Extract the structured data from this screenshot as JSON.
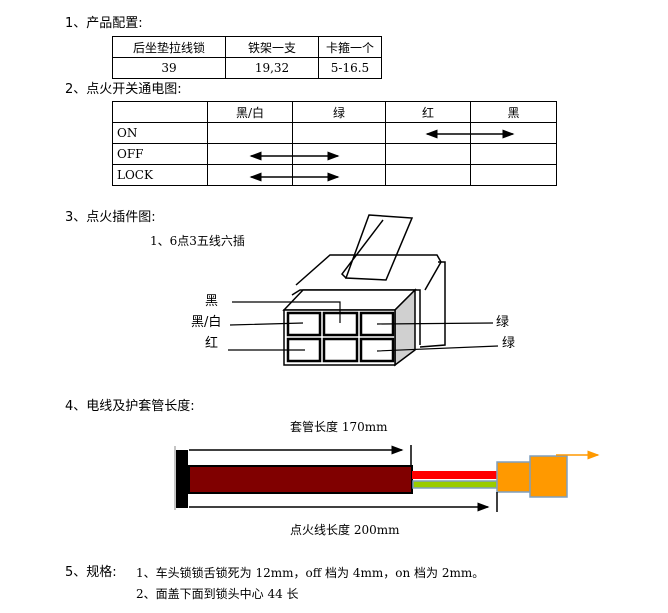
{
  "section1": {
    "heading": "1、产品配置:",
    "headers": [
      "后坐垫拉线锁",
      "铁架一支",
      "卡箍一个"
    ],
    "values": [
      "39",
      "19,32",
      "5-16.5"
    ]
  },
  "section2": {
    "heading": "2、点火开关通电图:",
    "columns": [
      "",
      "黑/白",
      "绿",
      "红",
      "黑"
    ],
    "rows": [
      {
        "label": "ON",
        "connects": [
          "红",
          "黑"
        ]
      },
      {
        "label": "OFF",
        "connects": [
          "黑/白",
          "绿"
        ]
      },
      {
        "label": "LOCK",
        "connects": [
          "黑/白",
          "绿"
        ]
      }
    ]
  },
  "section3": {
    "heading": "3、点火插件图:",
    "subtitle": "1、6点3五线六插",
    "labels": {
      "top_left": "黑",
      "mid_left": "黑/白",
      "bottom_left": "红",
      "mid_right": "绿",
      "bottom_right": "绿"
    }
  },
  "section4": {
    "heading": "4、电线及护套管长度:",
    "sleeve_label": "套管长度 170mm",
    "wire_label": "点火线长度 200mm",
    "colors": {
      "sleeve": "#800000",
      "red_wire": "#ff0000",
      "green_wire": "#99cc00",
      "plug": "#ff9900",
      "plug_border": "#7f9fbf"
    }
  },
  "section5": {
    "heading": "5、规格:",
    "items": [
      "1、车头锁锁舌锁死为 12mm，off 档为 4mm，on 档为 2mm。",
      "2、面盖下面到锁头中心 44 长"
    ]
  }
}
